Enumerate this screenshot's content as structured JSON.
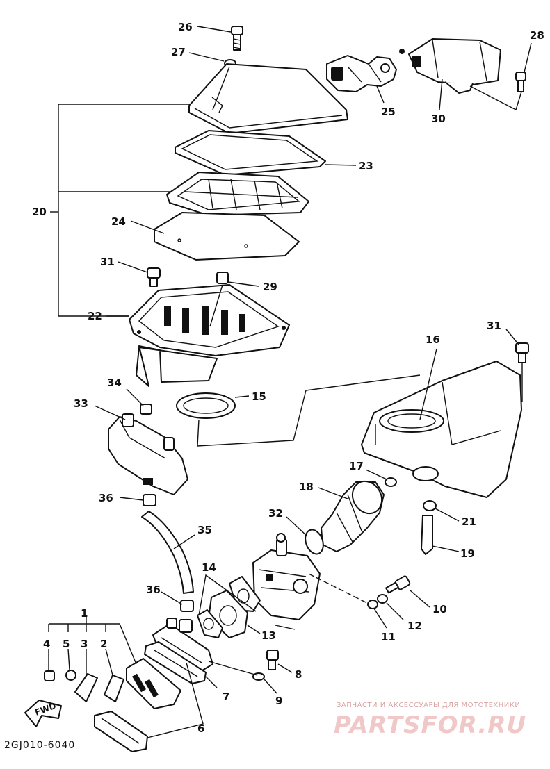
{
  "labels": {
    "1": "1",
    "2": "2",
    "3": "3",
    "4": "4",
    "5": "5",
    "6": "6",
    "7": "7",
    "8": "8",
    "9": "9",
    "10": "10",
    "11": "11",
    "12": "12",
    "13": "13",
    "14": "14",
    "15": "15",
    "16": "16",
    "17": "17",
    "18": "18",
    "19": "19",
    "20": "20",
    "21": "21",
    "22": "22",
    "23": "23",
    "24": "24",
    "25": "25",
    "26": "26",
    "27": "27",
    "28": "28",
    "29": "29",
    "30": "30",
    "31a": "31",
    "31b": "31",
    "32": "32",
    "33": "33",
    "34": "34",
    "35": "35",
    "36a": "36",
    "36b": "36"
  },
  "fwd_mark": "FWD",
  "diagram_code": "2GJ010-6040",
  "watermark": {
    "caption": "ЗАПЧАСТИ И АКСЕССУАРЫ ДЛЯ МОТОТЕХНИКИ",
    "brand": "PARTSFOR.RU",
    "color": "#f1c8c8"
  }
}
